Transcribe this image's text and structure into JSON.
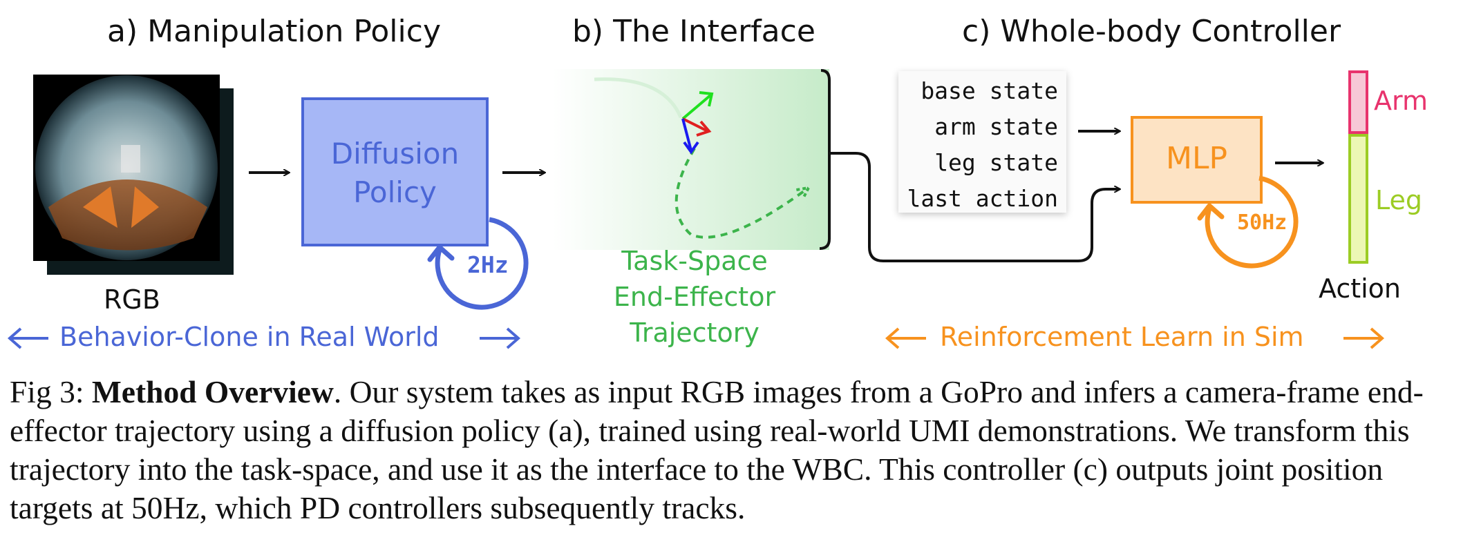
{
  "titles": {
    "a": "a) Manipulation Policy",
    "b": "b) The Interface",
    "c": "c) Whole-body Controller"
  },
  "rgb_label": "RGB",
  "diffusion_policy": {
    "line1": "Diffusion",
    "line2": "Policy",
    "rate": "2Hz"
  },
  "trajectory_label": {
    "line1": "Task-Space",
    "line2": "End-Effector",
    "line3": "Trajectory"
  },
  "states": [
    "base state",
    "arm state",
    "leg state",
    "last action"
  ],
  "mlp": {
    "label": "MLP",
    "rate": "50Hz"
  },
  "action": {
    "arm": "Arm",
    "leg": "Leg",
    "label": "Action"
  },
  "bc_label": "Behavior-Clone in Real World",
  "rl_label": "Reinforcement Learn in Sim",
  "caption": {
    "prefix": "Fig 3: ",
    "bold": "Method Overview",
    "text": ". Our system takes as input RGB images from a GoPro and infers a camera-frame end-effector trajectory using a diffusion policy (a), trained using real-world UMI demonstrations. We transform this trajectory into the task-space, and use it as the interface to the WBC. This controller (c) outputs joint position targets at 50Hz, which PD controllers subsequently tracks."
  },
  "colors": {
    "blue": "#4a66d6",
    "blue_fill": "#a6b7f6",
    "green": "#3cb44b",
    "orange": "#f7921e",
    "orange_fill": "#fde3c4",
    "arm_red": "#e8336d",
    "arm_fill": "#f7c7d6",
    "leg_green": "#9ccc24",
    "leg_fill": "#ecf7b4"
  }
}
